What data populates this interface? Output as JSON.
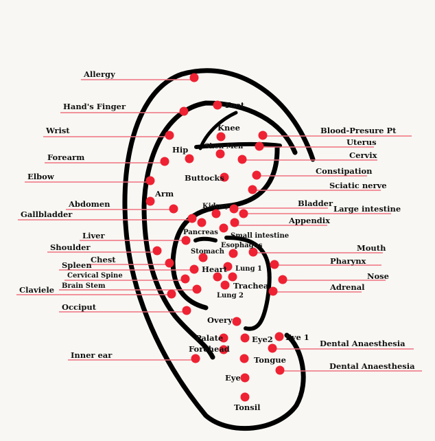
{
  "colors": {
    "dot": "#ee2233",
    "line": "#f07080",
    "ear": "#000000"
  },
  "left_labels": [
    "Allergy",
    "Hand's Finger",
    "Wrist",
    "Forearm",
    "Elbow",
    "Abdomen",
    "Gallbladder",
    "Liver",
    "Shoulder",
    "Chest",
    "Spleen",
    "Cervical Spine",
    "Brain Stem",
    "Claviele",
    "Occiput",
    "Inner ear"
  ],
  "right_labels": [
    "Blood-Presure Pt",
    "Uterus",
    "Cervix",
    "Constipation",
    "Sciatic nerve",
    "Bladder",
    "Large intestine",
    "Appendix",
    "Mouth",
    "Pharynx",
    "Nose",
    "Adrenal",
    "Dental Anaesthesia",
    "Dental Anaesthesia"
  ],
  "inner_labels": [
    "Foot",
    "Knee",
    "Shen Men",
    "Hip",
    "Buttocks",
    "Arm",
    "Kidney",
    "Pancreas",
    "Small intestine",
    "Esophagus",
    "Stomach",
    "Heart",
    "Lung 1",
    "Trachea",
    "Lung 2",
    "Overy",
    "Palate",
    "Eye2",
    "Eye 1",
    "Forehead",
    "Tongue",
    "Eye",
    "Tonsil"
  ]
}
